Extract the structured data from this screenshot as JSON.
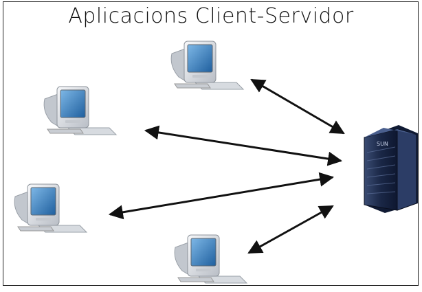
{
  "diagram": {
    "title": "Aplicacions Client-Servidor",
    "server_label": "SUN",
    "colors": {
      "arrow": "#111111",
      "monitor_shell": "#e6e8ec",
      "screen": "#2f7fc1",
      "server_body": "#1d2b4a"
    },
    "clients": [
      {
        "name": "client-top"
      },
      {
        "name": "client-upper-left"
      },
      {
        "name": "client-lower-left"
      },
      {
        "name": "client-bottom"
      }
    ]
  }
}
